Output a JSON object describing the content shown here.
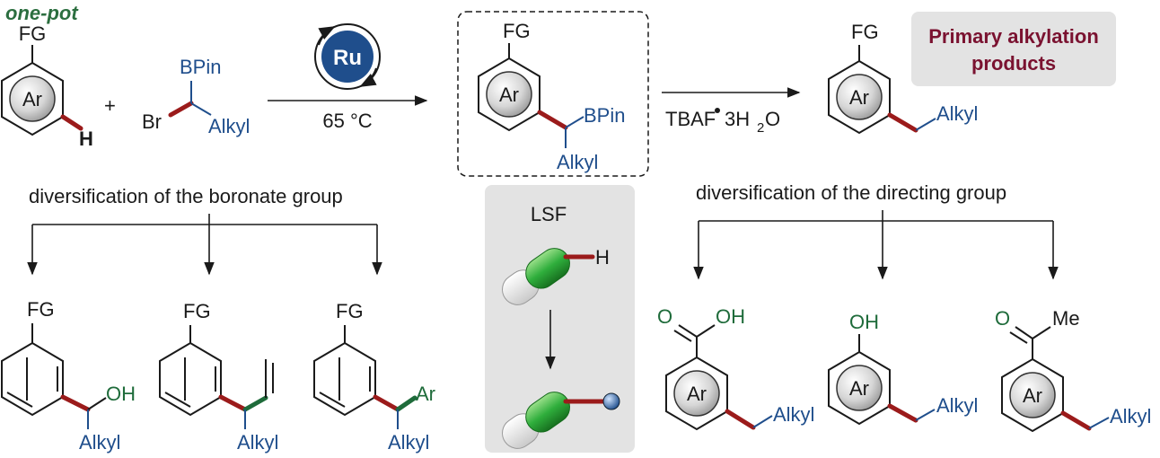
{
  "labels": {
    "one_pot": "one-pot",
    "fg": "FG",
    "ar": "Ar",
    "h": "H",
    "plus": "+",
    "bpin": "BPin",
    "br": "Br",
    "alkyl": "Alkyl",
    "ru": "Ru",
    "temp": "65 °C",
    "tbaf_pre": "TBAF",
    "tbaf_post": "3H",
    "tbaf_sub": "2",
    "tbaf_o": "O",
    "primary_line1": "Primary alkylation",
    "primary_line2": "products",
    "div_boronate": "diversification of the boronate group",
    "div_directing": "diversification of the directing group",
    "lsf": "LSF",
    "oh": "OH",
    "o": "O",
    "me": "Me"
  },
  "colors": {
    "bond_red": "#9b1b1b",
    "bond_green": "#1e6b3a",
    "blue": "#1f4e8c",
    "maroon": "#7a1230",
    "ru_circle": "#1f4e8c",
    "capsule_green": "#2fae3c"
  }
}
